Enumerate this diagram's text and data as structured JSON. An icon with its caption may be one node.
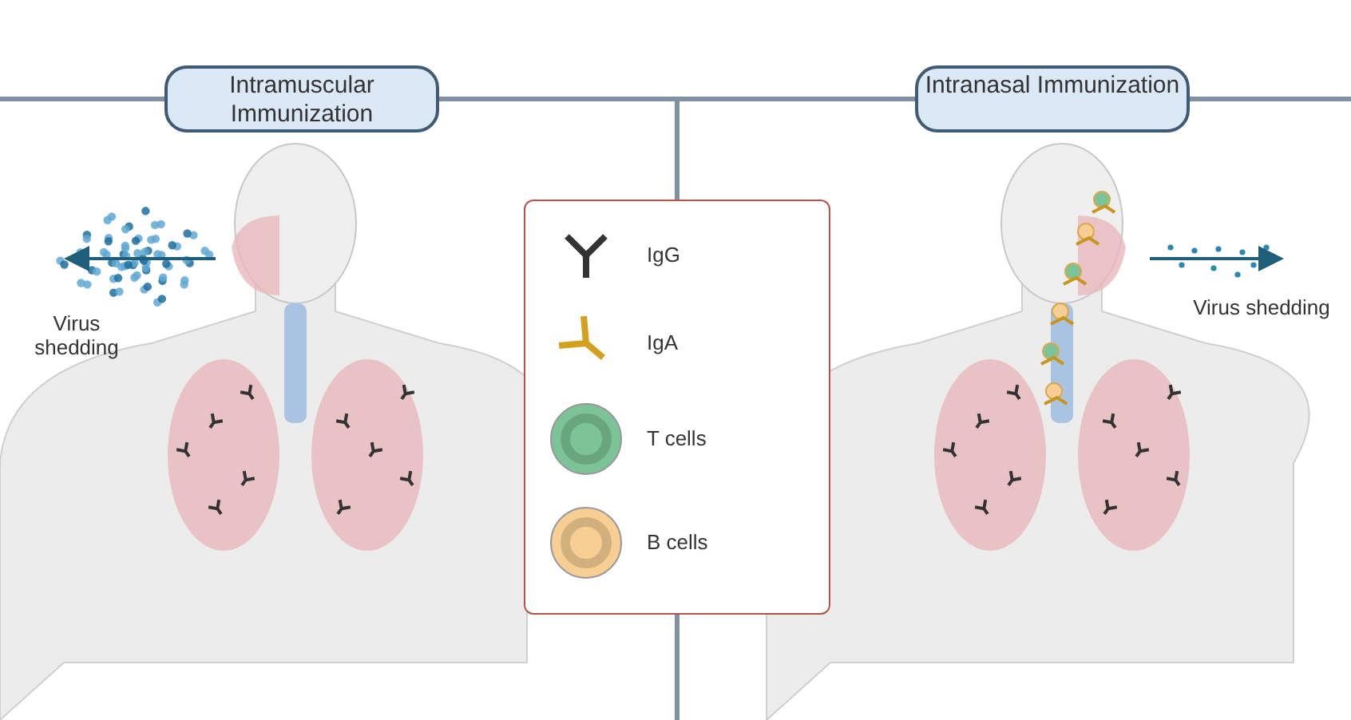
{
  "diagram": {
    "nodes": [
      {
        "text": [
          "Intramuscular Immunization"
        ]
      },
      {
        "text": [
          "Intranasal Immunization"
        ]
      }
    ],
    "edges": [
      {
        "from": 0,
        "to": 1,
        "arrow": "none"
      }
    ],
    "labels": [
      "Virus shedding",
      "Virus shedding"
    ],
    "legend": [
      {
        "text": "IgG"
      },
      {
        "text": "IgA"
      },
      {
        "text": "T cells",
        "color": "#7cc497"
      },
      {
        "text": "B cells",
        "color": "#f7cf94"
      }
    ]
  }
}
